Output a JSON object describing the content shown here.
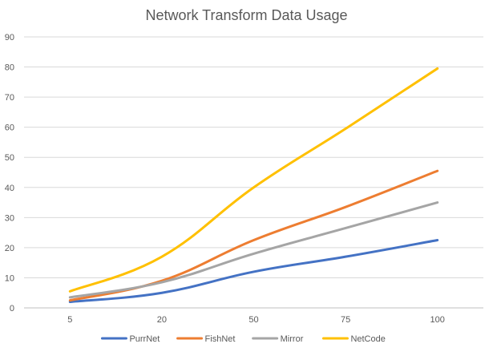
{
  "chart_data": {
    "type": "line",
    "title": "Network Transform Data Usage",
    "categories": [
      "5",
      "20",
      "50",
      "75",
      "100"
    ],
    "ylim": [
      0,
      90
    ],
    "yticks": [
      0,
      10,
      20,
      30,
      40,
      50,
      60,
      70,
      80,
      90
    ],
    "grid": "horizontal",
    "legend_position": "bottom",
    "smooth": true,
    "series": [
      {
        "name": "PurrNet",
        "color": "#4472C4",
        "values": [
          2,
          5,
          12,
          17,
          22.5
        ]
      },
      {
        "name": "FishNet",
        "color": "#ED7D31",
        "values": [
          2.5,
          9,
          22.5,
          33.5,
          45.5
        ]
      },
      {
        "name": "Mirror",
        "color": "#A5A5A5",
        "values": [
          3.5,
          8.5,
          18,
          26.5,
          35
        ]
      },
      {
        "name": "NetCode",
        "color": "#FFC000",
        "values": [
          5.5,
          17,
          40,
          59.5,
          79.5
        ]
      }
    ]
  }
}
